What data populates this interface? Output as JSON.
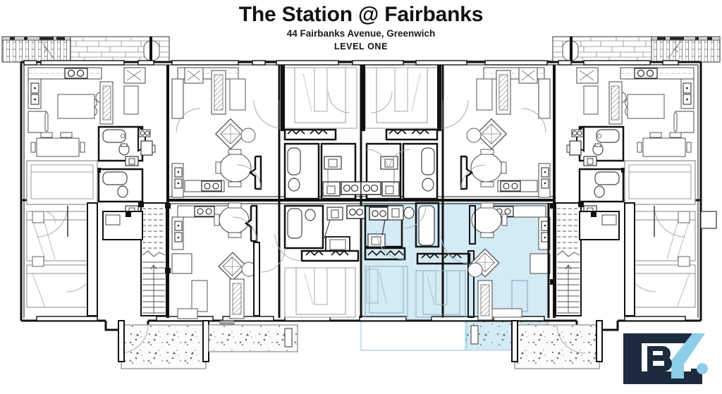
{
  "document": {
    "title": "The Station @ Fairbanks",
    "address": "44 Fairbanks Avenue, Greenwich",
    "level_label": "LEVEL ONE",
    "drawing_type": "architectural floor plan",
    "background_color": "#ffffff"
  },
  "logo": {
    "name": "bldup-logo",
    "letter": "B",
    "navy": "#1c2b3d",
    "light_blue": "#8ecde8"
  },
  "palette": {
    "line_dark": "#1a1a1a",
    "line_medium": "#555555",
    "line_light": "#999999",
    "wall_fill": "#ffffff",
    "highlight_unit": "#d4eaf5",
    "highlight_unit_stroke": "#9fd0e6",
    "patio_fill": "#fbfbfb",
    "patio_stroke": "#8a8a8a",
    "speckle": "#6f6f6f"
  },
  "plan": {
    "highlighted_unit": {
      "label": "selected-unit",
      "fill": "#d4eaf5",
      "bedrooms": 2,
      "bathrooms": 2,
      "description": "Two bedroom unit highlighted in light blue, right of center, lower row, including rear patio"
    },
    "levels": 1,
    "symmetry": "mirrored about vertical center line",
    "features": [
      "entry decks with joist framing at upper left and upper right corners",
      "stone veneer walls at upper left and upper right",
      "two interior stair runs with break lines",
      "central double-loaded corridor",
      "concrete patios with aggregate speckle along the rear elevation",
      "kitchens with islands, sinks, ranges and refrigerators",
      "bathrooms with tubs, water closets and vanities",
      "stacked washer and dryer closets",
      "bedrooms with beds, nightstands and closets",
      "living rooms with sofas, lounge chairs and media consoles",
      "dining areas with round and rectangular tables"
    ],
    "unit_count_visible": 8
  }
}
